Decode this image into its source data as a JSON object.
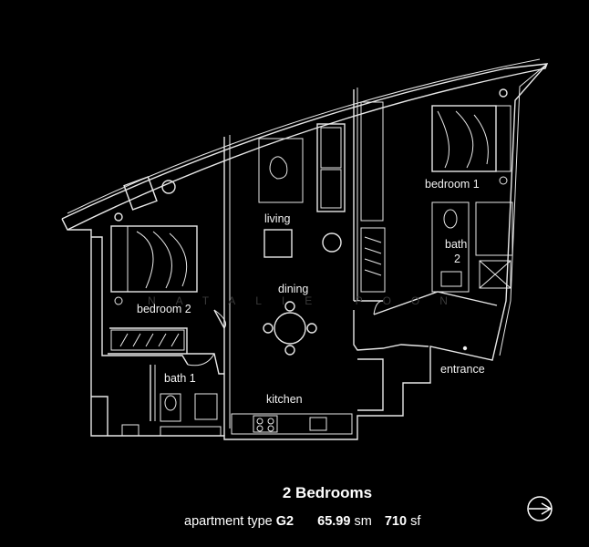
{
  "rooms": {
    "living": "living",
    "dining": "dining",
    "bedroom1": "bedroom 1",
    "bedroom2": "bedroom 2",
    "bath1": "bath 1",
    "bath2_line1": "bath",
    "bath2_line2": "2",
    "kitchen": "kitchen",
    "entrance": "entrance"
  },
  "watermark": "NATALIE POON",
  "title": "2 Bedrooms",
  "specs": {
    "type_label": "apartment type",
    "type_value": "G2",
    "area_sm_value": "65.99",
    "area_sm_unit": "sm",
    "area_sf_value": "710",
    "area_sf_unit": "sf"
  },
  "icons": [
    "north-compass-icon"
  ],
  "colors": {
    "background": "#000000",
    "lines": "#ffffff"
  }
}
